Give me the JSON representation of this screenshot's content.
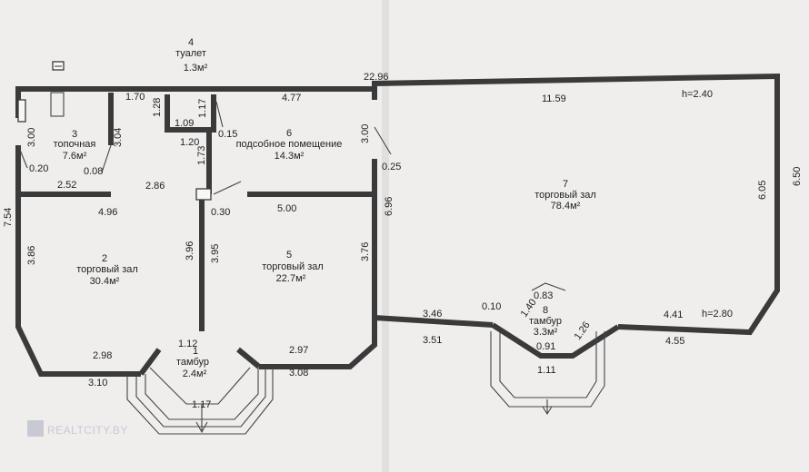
{
  "rooms": [
    {
      "num": "1",
      "name": "тамбур",
      "area": "2.4м²"
    },
    {
      "num": "2",
      "name": "торговый зал",
      "area": "30.4м²"
    },
    {
      "num": "3",
      "name": "топочная",
      "area": "7.6м²"
    },
    {
      "num": "4",
      "name": "туалет",
      "area": "1.3м²"
    },
    {
      "num": "5",
      "name": "торговый зал",
      "area": "22.7м²"
    },
    {
      "num": "6",
      "name": "подсобное помещение",
      "area": "14.3м²"
    },
    {
      "num": "7",
      "name": "торговый зал",
      "area": "78.4м²"
    },
    {
      "num": "8",
      "name": "тамбур",
      "area": "3.3м²"
    }
  ],
  "dims": [
    "22.96",
    "1.70",
    "4.77",
    "11.59",
    "h=2.40",
    "1.28",
    "1.09",
    "1.17",
    "0.15",
    "3.00",
    "3.04",
    "0.20",
    "0.08",
    "2.52",
    "2.86",
    "1.20",
    "1.73",
    "3.00",
    "0.25",
    "6.05",
    "6.50",
    "7.54",
    "4.96",
    "0.30",
    "5.00",
    "6.96",
    "3.86",
    "3.96",
    "3.95",
    "3.76",
    "0.83",
    "0.10",
    "1.40",
    "1.26",
    "3.46",
    "3.51",
    "0.91",
    "1.11",
    "4.41",
    "h=2.80",
    "4.55",
    "1.12",
    "2.98",
    "2.97",
    "3.10",
    "3.08",
    "1.17"
  ],
  "watermark": "REALTCITY.BY",
  "colors": {
    "wall": "#3a3a3a",
    "paper": "#efeeed"
  }
}
